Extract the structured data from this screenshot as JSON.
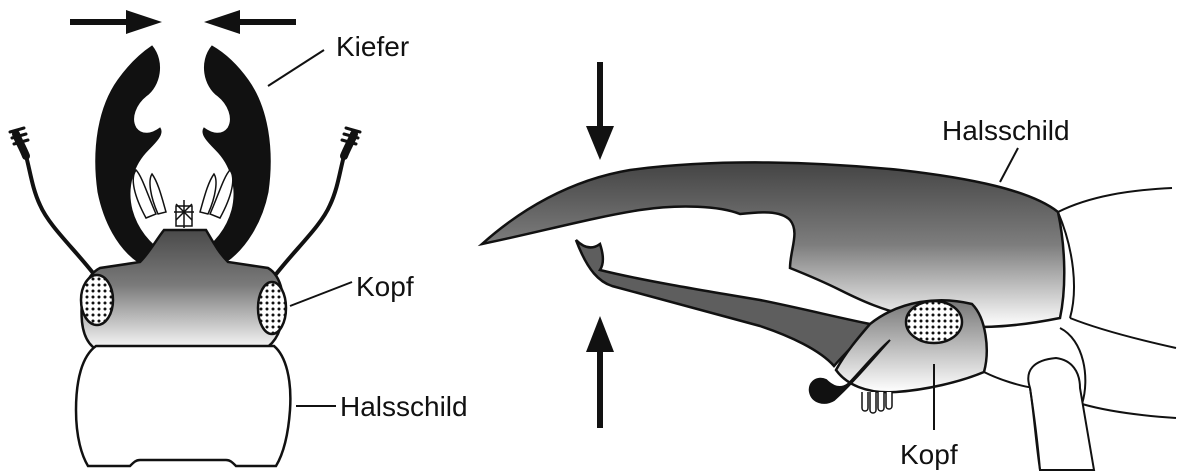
{
  "labels": {
    "front_jaw": "Kiefer",
    "front_head": "Kopf",
    "front_pronotum": "Halsschild",
    "side_pronotum": "Halsschild",
    "side_head": "Kopf"
  },
  "colors": {
    "ink": "#111111",
    "mandible_front": "#111111",
    "mandible_side": "#5e5e5e",
    "gradient_dark": "#444444",
    "gradient_light": "#ffffff",
    "arrow": "#111111"
  },
  "icons": {
    "compound_eye": "compound-eye-icon",
    "force_arrow": "arrow-icon"
  }
}
